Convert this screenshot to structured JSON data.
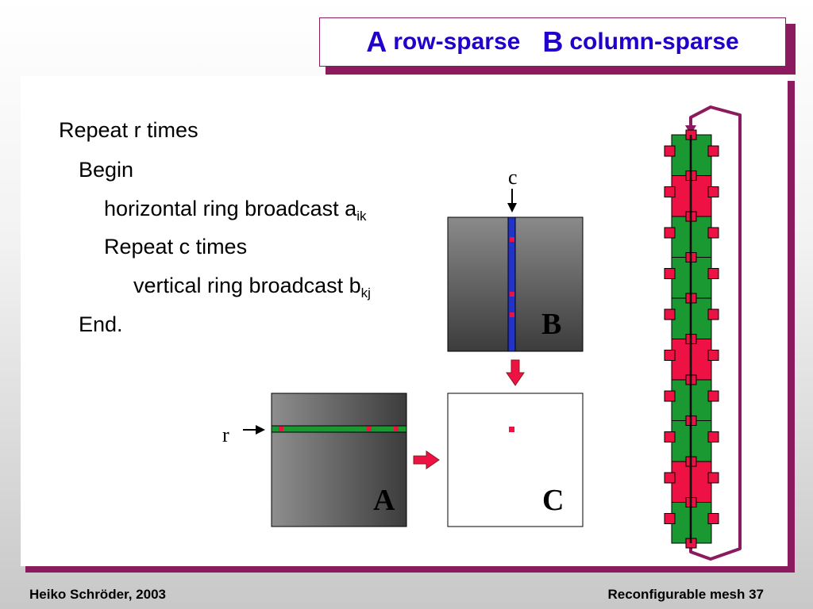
{
  "slide": {
    "title": {
      "a_letter": "A",
      "a_text": "row-sparse",
      "b_letter": "B",
      "b_text": "column-sparse"
    },
    "algorithm": {
      "line1": "Repeat r times",
      "line2": "Begin",
      "line3_text": "horizontal ring broadcast a",
      "line3_sub": "ik",
      "line4": "Repeat c times",
      "line5_text": "vertical ring broadcast b",
      "line5_sub": "kj",
      "line6": "End."
    },
    "figure": {
      "label_c": "c",
      "label_r": "r",
      "matrix_a": "A",
      "matrix_b": "B",
      "matrix_c": "C"
    },
    "footer": {
      "author": "Heiko Schröder, 2003",
      "page": "Reconfigurable mesh 37"
    }
  },
  "colors": {
    "title_text": "#2200cc",
    "accent": "#8b1a5e",
    "element_red": "#ee1144",
    "row_green": "#1a9933",
    "column_blue": "#2233cc"
  }
}
